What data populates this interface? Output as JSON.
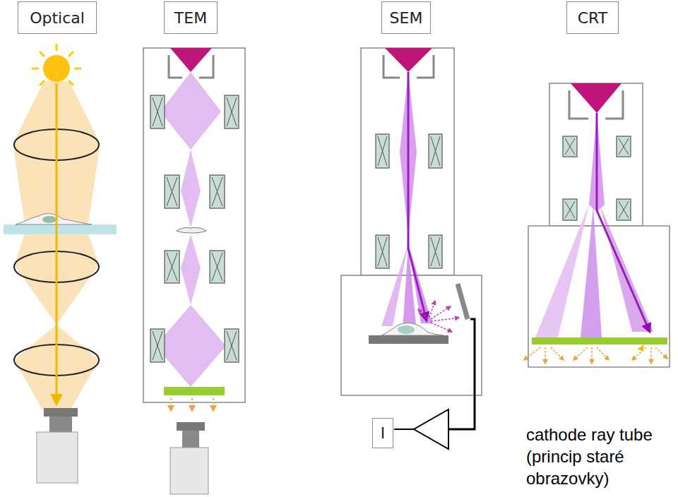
{
  "diagram": {
    "nodes": [
      {
        "text": [
          "Optical"
        ]
      },
      {
        "text": [
          "TEM"
        ]
      },
      {
        "text": [
          "SEM"
        ]
      },
      {
        "text": [
          "CRT"
        ]
      },
      {
        "text": [
          "I"
        ]
      }
    ],
    "labels": [
      "cathode ray tube (princip staré obrazovky)"
    ]
  }
}
